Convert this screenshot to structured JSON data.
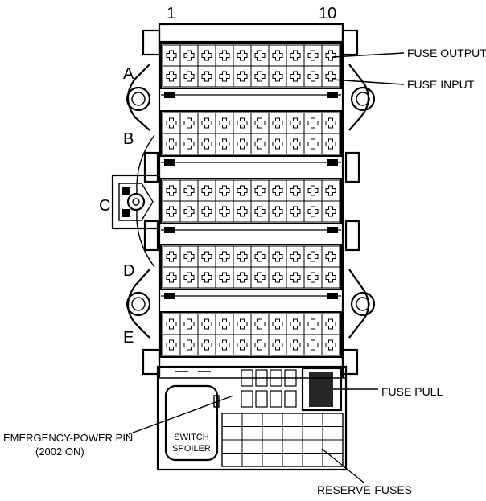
{
  "columns": {
    "first": "1",
    "last": "10",
    "count": 10
  },
  "rows": [
    {
      "label": "A"
    },
    {
      "label": "B"
    },
    {
      "label": "C"
    },
    {
      "label": "D"
    },
    {
      "label": "E"
    }
  ],
  "callouts": {
    "fuse_output": "FUSE OUTPUT",
    "fuse_input": "FUSE INPUT",
    "fuse_pull": "FUSE PULL",
    "emergency_pin": "EMERGENCY-POWER PIN",
    "emergency_pin_note": "(2002 ON)",
    "reserve_fuses": "RESERVE-FUSES"
  },
  "switch_spoiler": {
    "line1": "SWITCH",
    "line2": "SPOILER"
  }
}
